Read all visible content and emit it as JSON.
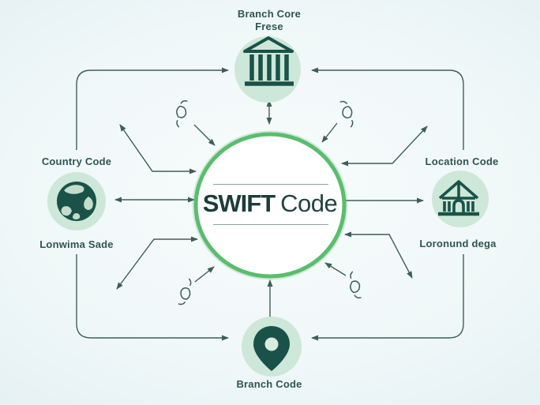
{
  "center": {
    "title_primary": "SWIFT",
    "title_secondary": "Code"
  },
  "nodes": {
    "top": {
      "line1": "Branch Core",
      "line2": "Frese",
      "icon": "bank-icon"
    },
    "left": {
      "title": "Country Code",
      "subtitle": "Lonwima Sade",
      "icon": "globe-icon"
    },
    "right": {
      "title": "Location Code",
      "subtitle": "Loronund dega",
      "icon": "building-icon"
    },
    "bottom": {
      "label": "Branch Code",
      "icon": "location-pin-icon"
    }
  },
  "colors": {
    "line": "#3f5e58",
    "icon": "#1a5249",
    "icon-bg": "#cde7d9",
    "land": "#c3dccb",
    "accent": "#5abd6e",
    "rule": "#8ba3a1",
    "text": "#2e5650",
    "title-text": "#1e3c38"
  }
}
